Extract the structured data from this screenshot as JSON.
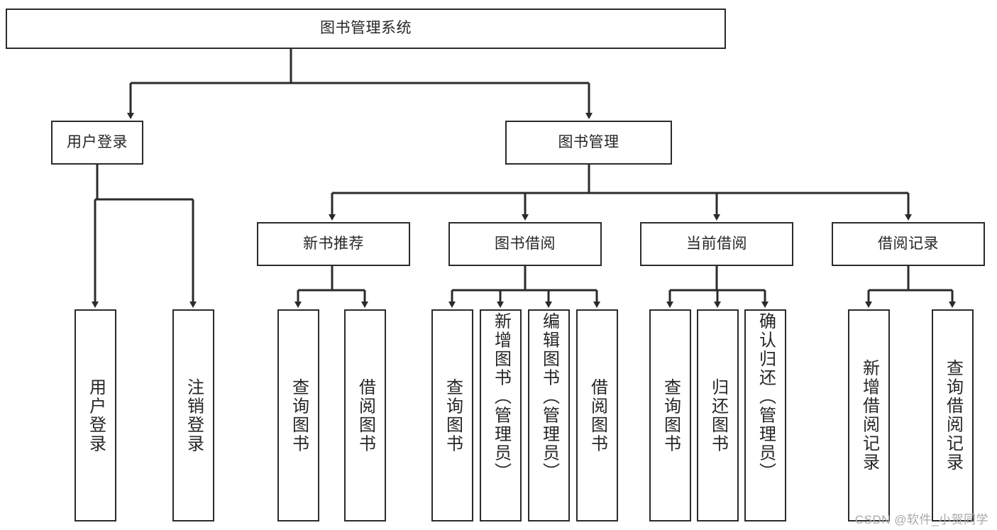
{
  "diagram": {
    "type": "org-tree",
    "title": "图书管理系统",
    "watermark": "CSDN @软件_小贺同学",
    "colors": {
      "box_border": "#2b2b2b",
      "box_fill": "#ffffff",
      "connector": "#2b2b2b",
      "text": "#262626",
      "watermark": "#a9a9a9"
    },
    "root": {
      "label": "图书管理系统"
    },
    "level2": [
      {
        "label": "用户登录"
      },
      {
        "label": "图书管理"
      }
    ],
    "level3": [
      {
        "label": "新书推荐"
      },
      {
        "label": "图书借阅"
      },
      {
        "label": "当前借阅"
      },
      {
        "label": "借阅记录"
      }
    ],
    "leaves": {
      "user_login": [
        {
          "label": "用户登录"
        },
        {
          "label": "注销登录"
        }
      ],
      "new_book_recommend": [
        {
          "label": "查询图书"
        },
        {
          "label": "借阅图书"
        }
      ],
      "book_borrow": [
        {
          "label": "查询图书"
        },
        {
          "label": "新增图书（管理员）"
        },
        {
          "label": "编辑图书（管理员）"
        },
        {
          "label": "借阅图书"
        }
      ],
      "current_borrow": [
        {
          "label": "查询图书"
        },
        {
          "label": "归还图书"
        },
        {
          "label": "确认归还（管理员）"
        }
      ],
      "borrow_record": [
        {
          "label": "新增借阅记录"
        },
        {
          "label": "查询借阅记录"
        }
      ]
    }
  }
}
